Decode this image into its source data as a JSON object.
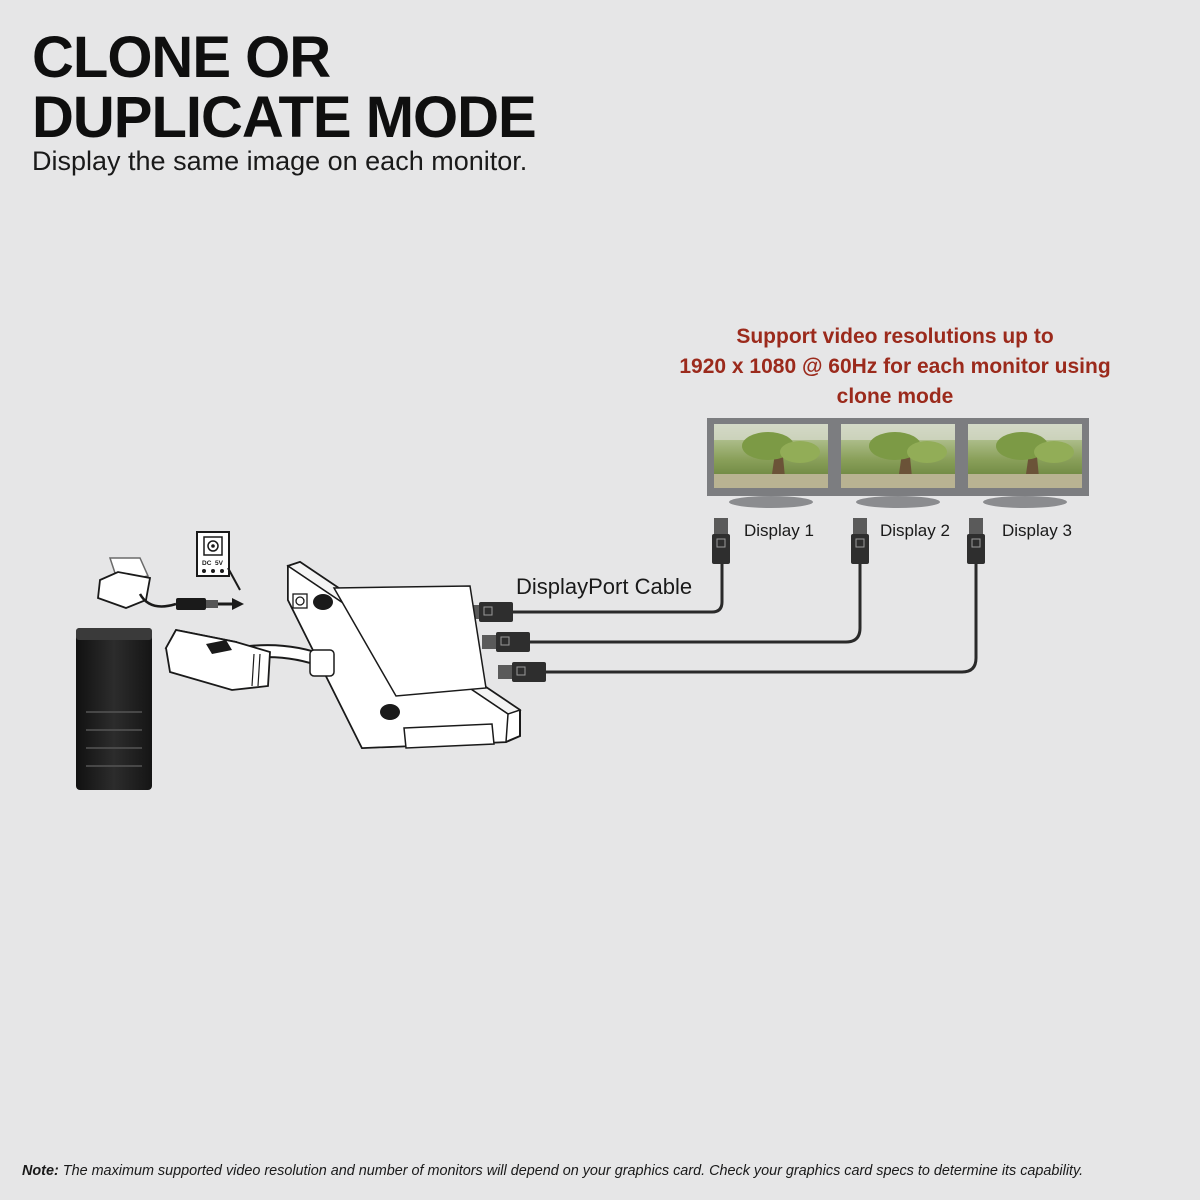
{
  "heading": {
    "line1": "CLONE OR",
    "line2": "DUPLICATE MODE",
    "subtitle": "Display the same image on each monitor."
  },
  "resolution_note": {
    "line1": "Support video resolutions up to",
    "line2": "1920 x 1080 @ 60Hz for each monitor using",
    "line3": "clone mode"
  },
  "colors": {
    "accent_red": "#9b2a1c",
    "background": "#e6e6e7"
  },
  "cable_label": "DisplayPort Cable",
  "displays": [
    {
      "label": "Display 1"
    },
    {
      "label": "Display 2"
    },
    {
      "label": "Display 3"
    }
  ],
  "power_icon": {
    "line1": "DC",
    "line2": "5V"
  },
  "icons": {
    "power_adapter": "power-adapter-icon",
    "polarity": "dc-polarity-icon",
    "computer": "computer-tower-icon",
    "hub": "mst-hub-icon",
    "monitor": "monitor-icon",
    "connector": "displayport-connector-icon"
  },
  "footnote": {
    "label": "Note:",
    "text": " The maximum supported video resolution and number of monitors will depend on your graphics card. Check your graphics card specs to determine its capability."
  }
}
